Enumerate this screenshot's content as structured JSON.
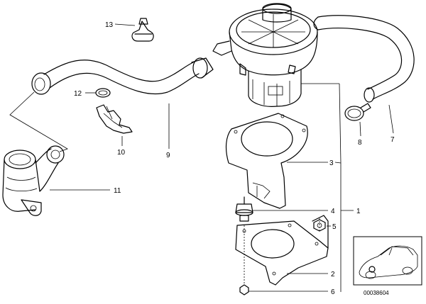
{
  "diagram": {
    "callouts": [
      {
        "id": "c1",
        "label": "1"
      },
      {
        "id": "c2",
        "label": "2"
      },
      {
        "id": "c3",
        "label": "3"
      },
      {
        "id": "c4",
        "label": "4"
      },
      {
        "id": "c5",
        "label": "5"
      },
      {
        "id": "c6",
        "label": "6"
      },
      {
        "id": "c7",
        "label": "7"
      },
      {
        "id": "c8",
        "label": "8"
      },
      {
        "id": "c9",
        "label": "9"
      },
      {
        "id": "c10",
        "label": "10"
      },
      {
        "id": "c11",
        "label": "11"
      },
      {
        "id": "c12",
        "label": "12"
      },
      {
        "id": "c13",
        "label": "13"
      }
    ],
    "reference_number": "00038604"
  }
}
